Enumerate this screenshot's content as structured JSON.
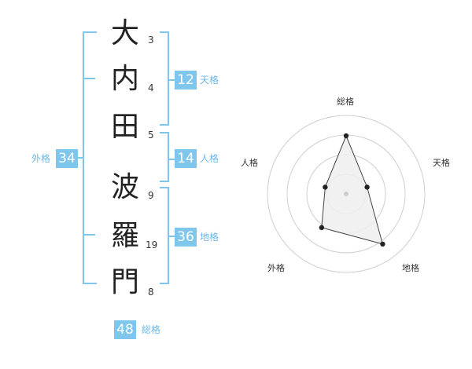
{
  "name": {
    "chars": [
      "大",
      "内",
      "田",
      "波",
      "羅",
      "門"
    ],
    "strokes": [
      "3",
      "4",
      "5",
      "9",
      "19",
      "8"
    ]
  },
  "kakusu": {
    "tenkaku": {
      "value": "12",
      "label": "天格"
    },
    "jinkaku": {
      "value": "14",
      "label": "人格"
    },
    "chikaku": {
      "value": "36",
      "label": "地格"
    },
    "gaikaku": {
      "value": "34",
      "label": "外格"
    },
    "soukaku": {
      "value": "48",
      "label": "総格"
    }
  },
  "chart_data": {
    "type": "radar",
    "axes": [
      "総格",
      "天格",
      "地格",
      "外格",
      "人格"
    ],
    "values": [
      0.74,
      0.28,
      0.79,
      0.53,
      0.28
    ],
    "rings": 4,
    "colors": {
      "fill": "#efefef",
      "line": "#444444",
      "grid": "#cfcfcf",
      "accent": "#7fc6ec"
    }
  }
}
